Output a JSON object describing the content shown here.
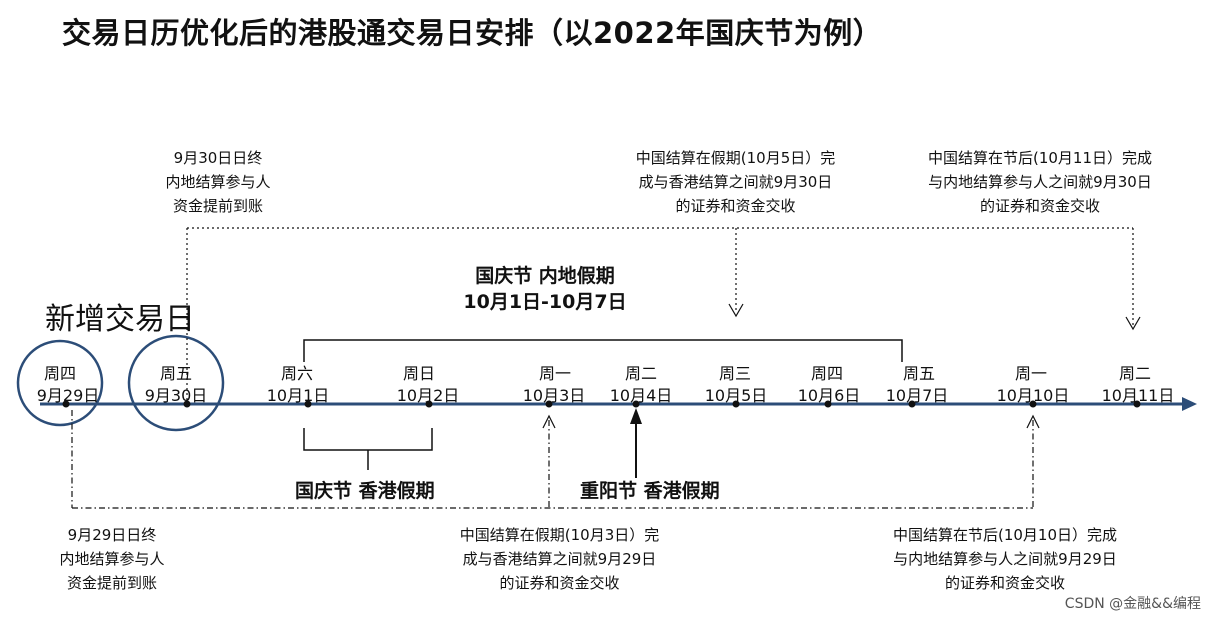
{
  "title": "交易日历优化后的港股通交易日安排（以2022年国庆节为例）",
  "new_trading_day_label": "新增交易日",
  "top_notes": {
    "left": [
      "9月30日日终",
      "内地结算参与人",
      "资金提前到账"
    ],
    "middle": [
      "中国结算在假期(10月5日）完",
      "成与香港结算之间就9月30日",
      "的证券和资金交收"
    ],
    "right": [
      "中国结算在节后(10月11日）完成",
      "与内地结算参与人之间就9月30日",
      "的证券和资金交收"
    ]
  },
  "bottom_notes": {
    "left": [
      "9月29日日终",
      "内地结算参与人",
      "资金提前到账"
    ],
    "middle": [
      "中国结算在假期(10月3日）完",
      "成与香港结算之间就9月29日",
      "的证券和资金交收"
    ],
    "right": [
      "中国结算在节后(10月10日）完成",
      "与内地结算参与人之间就9月29日",
      "的证券和资金交收"
    ]
  },
  "holiday_mainland": [
    "国庆节 内地假期",
    "10月1日-10月7日"
  ],
  "holiday_hk_national": "国庆节 香港假期",
  "holiday_hk_chongyang": "重阳节 香港假期",
  "days": [
    {
      "weekday": "周四",
      "date": "9月29日"
    },
    {
      "weekday": "周五",
      "date": "9月30日"
    },
    {
      "weekday": "周六",
      "date": "10月1日"
    },
    {
      "weekday": "周日",
      "date": "10月2日"
    },
    {
      "weekday": "周一",
      "date": "10月3日"
    },
    {
      "weekday": "周二",
      "date": "10月4日"
    },
    {
      "weekday": "周三",
      "date": "10月5日"
    },
    {
      "weekday": "周四",
      "date": "10月6日"
    },
    {
      "weekday": "周五",
      "date": "10月7日"
    },
    {
      "weekday": "周一",
      "date": "10月10日"
    },
    {
      "weekday": "周二",
      "date": "10月11日"
    }
  ],
  "credit": "CSDN @金融&&编程",
  "colors": {
    "timeline": "#2c4d78",
    "circle": "#2c4d78"
  }
}
